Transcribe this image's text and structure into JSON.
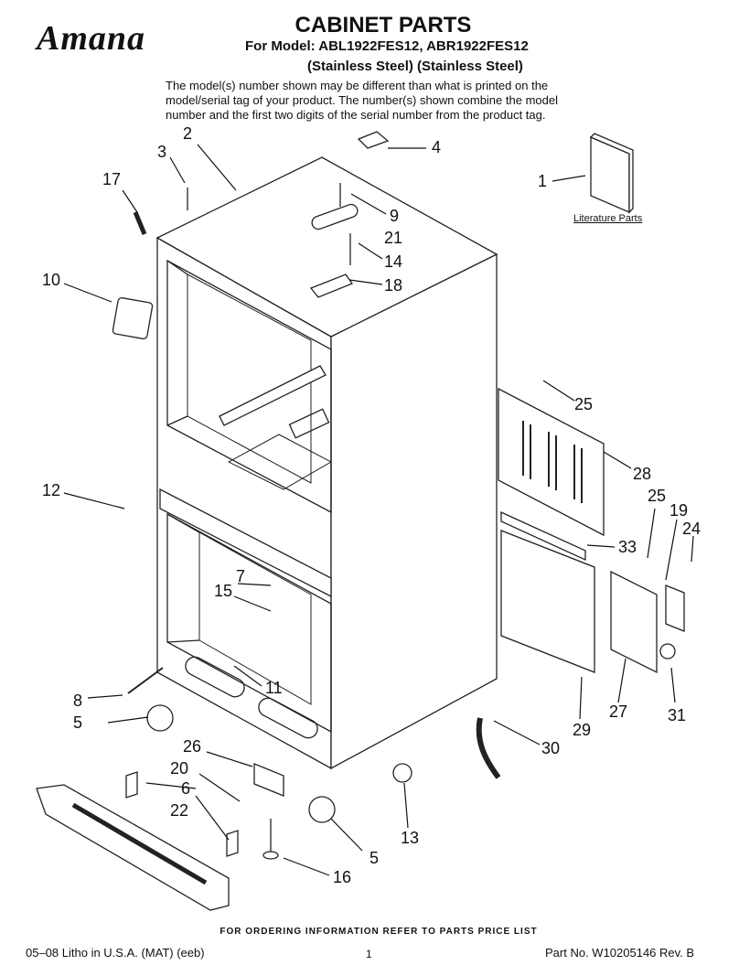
{
  "header": {
    "brand": "Amana",
    "title": "CABINET PARTS",
    "model_line": "For Model: ABL1922FES12, ABR1922FES12",
    "model_line2": "(Stainless Steel) (Stainless Steel)",
    "description": "The model(s) number shown may be different than what is printed on the model/serial tag of your product. The number(s) shown combine the model number and the first two digits of the serial number from the product tag."
  },
  "literature_label": "Literature Parts",
  "callouts": [
    {
      "id": "c1",
      "label": "1"
    },
    {
      "id": "c2",
      "label": "2"
    },
    {
      "id": "c3",
      "label": "3"
    },
    {
      "id": "c4",
      "label": "4"
    },
    {
      "id": "c5a",
      "label": "5"
    },
    {
      "id": "c5b",
      "label": "5"
    },
    {
      "id": "c6",
      "label": "6"
    },
    {
      "id": "c7",
      "label": "7"
    },
    {
      "id": "c8",
      "label": "8"
    },
    {
      "id": "c9",
      "label": "9"
    },
    {
      "id": "c10",
      "label": "10"
    },
    {
      "id": "c11",
      "label": "11"
    },
    {
      "id": "c12",
      "label": "12"
    },
    {
      "id": "c13",
      "label": "13"
    },
    {
      "id": "c14",
      "label": "14"
    },
    {
      "id": "c15",
      "label": "15"
    },
    {
      "id": "c16",
      "label": "16"
    },
    {
      "id": "c17",
      "label": "17"
    },
    {
      "id": "c18",
      "label": "18"
    },
    {
      "id": "c19",
      "label": "19"
    },
    {
      "id": "c20",
      "label": "20"
    },
    {
      "id": "c21",
      "label": "21"
    },
    {
      "id": "c22",
      "label": "22"
    },
    {
      "id": "c24",
      "label": "24"
    },
    {
      "id": "c25a",
      "label": "25"
    },
    {
      "id": "c25b",
      "label": "25"
    },
    {
      "id": "c26",
      "label": "26"
    },
    {
      "id": "c27",
      "label": "27"
    },
    {
      "id": "c28",
      "label": "28"
    },
    {
      "id": "c29",
      "label": "29"
    },
    {
      "id": "c30",
      "label": "30"
    },
    {
      "id": "c31",
      "label": "31"
    },
    {
      "id": "c33",
      "label": "33"
    }
  ],
  "footer": {
    "order_info": "FOR ORDERING INFORMATION REFER TO PARTS PRICE LIST",
    "litho": "05–08 Litho in U.S.A. (MAT) (eeb)",
    "page": "1",
    "part_no": "Part No. W10205146 Rev. B"
  }
}
